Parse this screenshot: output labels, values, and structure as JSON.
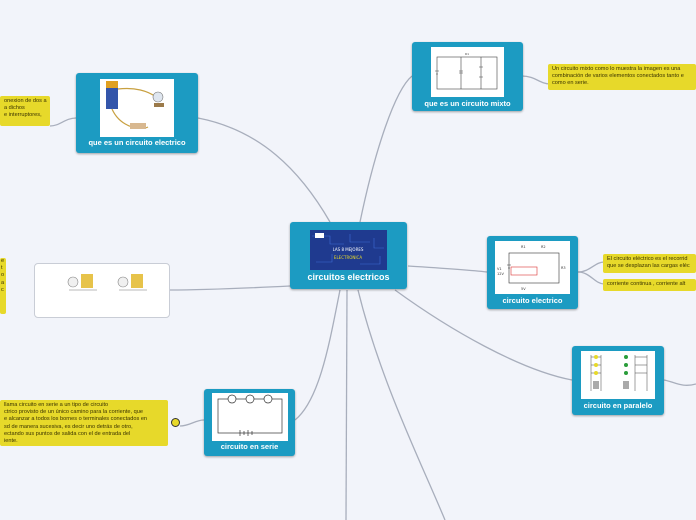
{
  "central": {
    "title": "circuitos electricos"
  },
  "topics": {
    "que_es_circuito": "que es un circuito electrico",
    "circuito_mixto": "que es un circuito mixto",
    "circuito_electrico": "circuito electrico",
    "circuito_paralelo": "circuito en paralelo",
    "circuito_serie": "circuito en serie"
  },
  "notes": {
    "left_top": [
      "onexion de dos a",
      "a dichos",
      "e interruptores,"
    ],
    "right_top": [
      "Un circuito mixto como lo muestra la imagen es una",
      "combinación de varios elementos conectados tanto e",
      "como en serie."
    ],
    "right_mid_1": [
      "El circuito eléctrico es el recorrid",
      "que se desplazan las cargas eléc"
    ],
    "right_mid_2": [
      "corriente continua , corriente alt"
    ],
    "left_bottom": [
      "llama circuito en serie a un tipo de circuito",
      "ctrico provisto de un único camino para la corriente, que",
      "e alcanzar a todos los bornes o terminales conectados en",
      "sd de manera sucesiva, es decir uno detrás de otro,",
      "ectando sus puntos de salida con el de entrada del",
      "iente."
    ],
    "left_mid_fragments": [
      "e",
      "t",
      "o",
      "a",
      "c"
    ]
  },
  "diagram_labels": {
    "schem_r1": "R1",
    "schem_r2": "R2",
    "schem_r3": "R3",
    "schem_v": "5V",
    "schem_v1": "V1",
    "schem_v1_val": "12V",
    "central_board": "LAS 8 MEJORES",
    "central_board2": "ELECTRONICA"
  },
  "colors": {
    "node_fill": "#1c9bc2",
    "note_fill": "#e7d92a",
    "line": "#a7aebd",
    "background": "#f2f4fa"
  }
}
